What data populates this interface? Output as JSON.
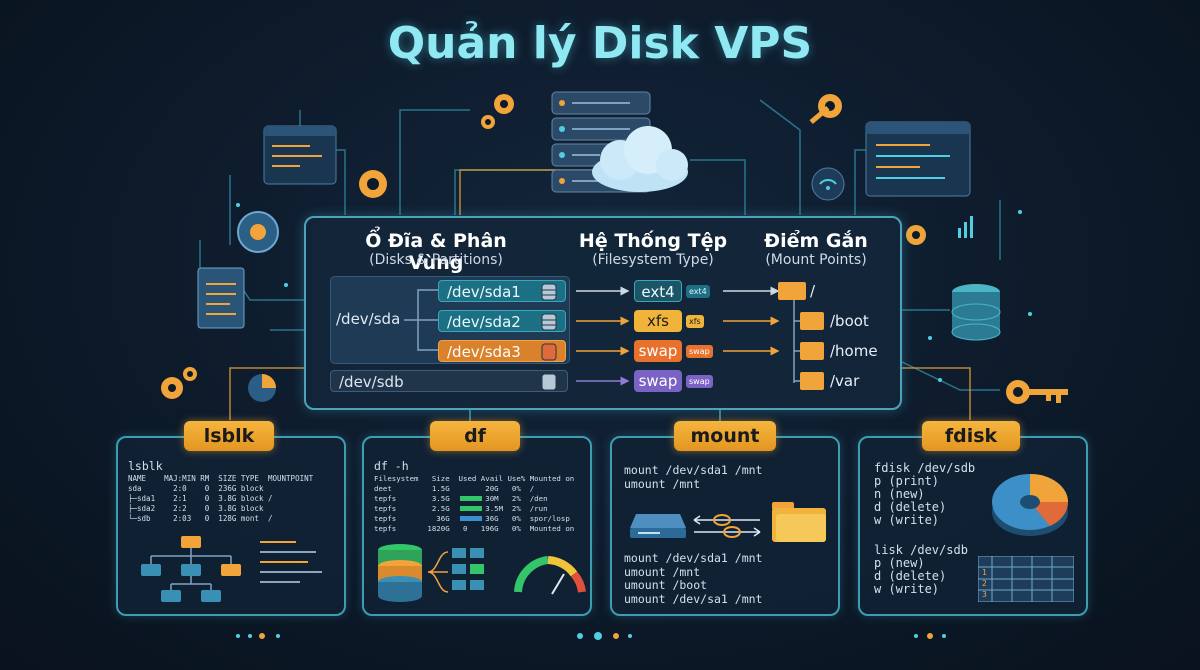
{
  "title": "Quản lý Disk VPS",
  "columns": {
    "disks": {
      "heading": "Ổ Đĩa & Phân Vùng",
      "sub": "(Disks & Partitions)"
    },
    "fs": {
      "heading": "Hệ Thống Tệp",
      "sub": "(Filesystem Type)"
    },
    "mount": {
      "heading": "Điểm Gắn",
      "sub": "(Mount Points)"
    }
  },
  "diagram": {
    "disk_sda": "/dev/sda",
    "disk_sdb": "/dev/sdb",
    "partitions": [
      "/dev/sda1",
      "/dev/sda2",
      "/dev/sda3"
    ],
    "fs_types": [
      {
        "label": "ext4",
        "tag": "ext4"
      },
      {
        "label": "xfs",
        "tag": "xfs"
      },
      {
        "label": "swap",
        "tag": "swap"
      },
      {
        "label": "swap",
        "tag": "swap"
      }
    ],
    "mount_points": [
      "/",
      "/boot",
      "/home",
      "/var"
    ]
  },
  "cards": {
    "lsblk": {
      "title": "lsblk",
      "command": "lsblk",
      "output": "NAME    MAJ:MIN RM  SIZE TYPE  MOUNTPOINT\nsda       2:0    0  236G block\n├─sda1    2:1    0  3.8G block /\n├─sda2    2:2    0  3.8G block\n└─sdb     2:03   0  128G mont  /"
    },
    "df": {
      "title": "df",
      "command": "df -h",
      "output": "Filesystem   Size  Used Avail Use% Mounted on\ndeet         1.5G        20G   0%  /\ntepfs        3.5G        30M   2%  /den\ntepfs        2.5G        3.5M  2%  /run\ntepfs         36G        36G   0%  spor/losp\ntepfs       1820G   0   196G   0%  Mounted on"
    },
    "mount": {
      "title": "mount",
      "top": "mount /dev/sda1 /mnt\numount /mnt",
      "bottom": "mount /dev/sda1 /mnt\numount /mnt\numount /boot\numount /dev/sa1 /mnt"
    },
    "fdisk": {
      "title": "fdisk",
      "top": "fdisk /dev/sdb\np (print)\nn (new)\nd (delete)\nw (write)",
      "bottom": "lisk /dev/sdb\np (new)\nd (delete)\nw (write)",
      "table_rows": [
        "1",
        "2",
        "3"
      ]
    }
  },
  "colors": {
    "accent": "#8fe8f2",
    "orange": "#f0a43a",
    "teal": "#1d6f83",
    "panel_border": "#4fa3b8"
  }
}
